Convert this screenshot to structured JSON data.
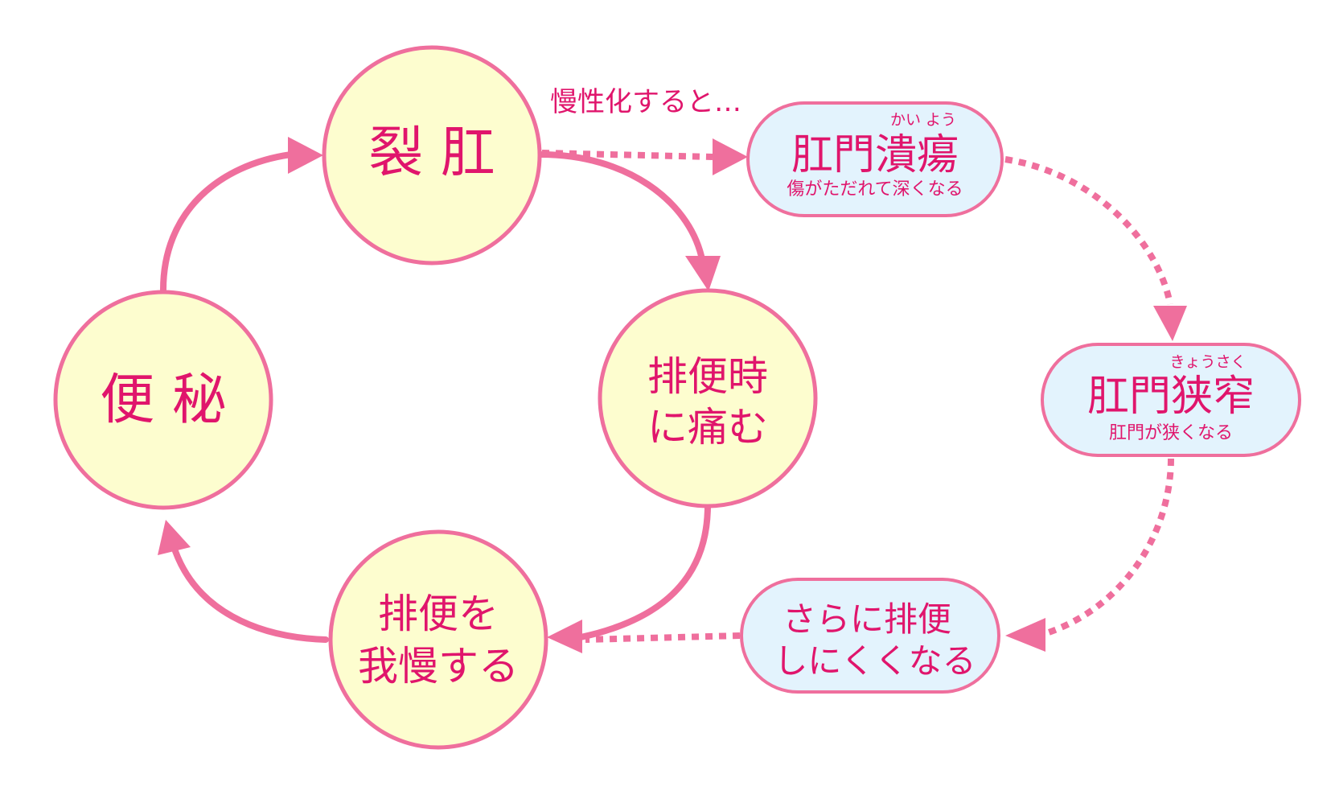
{
  "nodes": {
    "reko": {
      "label": "裂 肛"
    },
    "pain": {
      "line1": "排便時",
      "line2": "に痛む"
    },
    "hold": {
      "line1": "排便を",
      "line2": "我慢する"
    },
    "benpi": {
      "label": "便 秘"
    },
    "ulcer": {
      "title": "肛門潰瘍",
      "ruby": "かい よう",
      "note": "傷がただれて深くなる"
    },
    "stenosis": {
      "title": "肛門狭窄",
      "ruby": "きょうさく",
      "note": "肛門が狭くなる"
    },
    "harder": {
      "line1": "さらに排便",
      "line2": "しにくくなる"
    }
  },
  "annotation": {
    "chronic": "慢性化すると…"
  },
  "colors": {
    "text": "#e0156c",
    "stroke": "#ef6f9d",
    "circle_fill": "#fdfdcf",
    "pill_fill": "#e3f3fd"
  }
}
